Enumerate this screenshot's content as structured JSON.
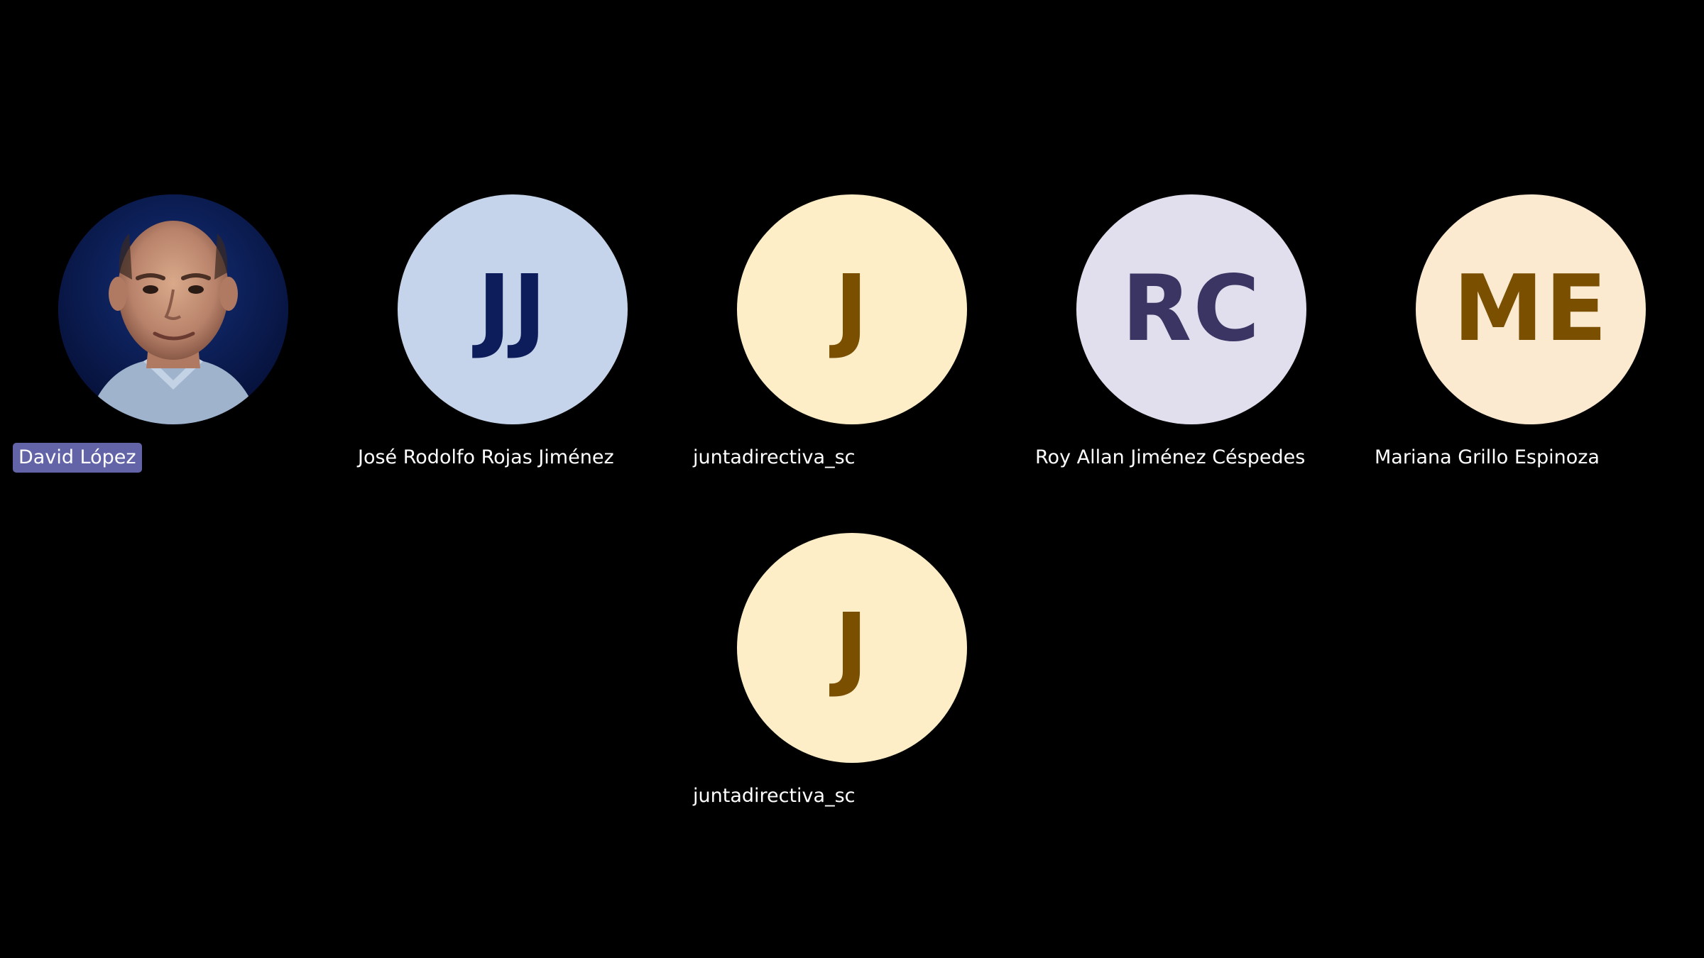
{
  "participants": [
    {
      "name": "David López",
      "type": "photo",
      "speaking": true,
      "bg": "#0a1a4a"
    },
    {
      "name": "José Rodolfo Rojas Jiménez",
      "initials": "JJ",
      "bg": "#c5d4ea",
      "fg": "#0d1d5c"
    },
    {
      "name": "juntadirectiva_sc",
      "initials": "J",
      "bg": "#fdeec8",
      "fg": "#7a4f00"
    },
    {
      "name": "Roy Allan Jiménez Céspedes",
      "initials": "RC",
      "bg": "#e1dfee",
      "fg": "#3a3563"
    },
    {
      "name": "Mariana Grillo Espinoza",
      "initials": "ME",
      "bg": "#fbead0",
      "fg": "#7a4f00"
    },
    {
      "name": "juntadirectiva_sc",
      "initials": "J",
      "bg": "#fdeec8",
      "fg": "#7a4f00"
    }
  ],
  "colors": {
    "background": "#000000",
    "speaking_label_bg": "#6264a7",
    "name_text": "#ffffff"
  }
}
